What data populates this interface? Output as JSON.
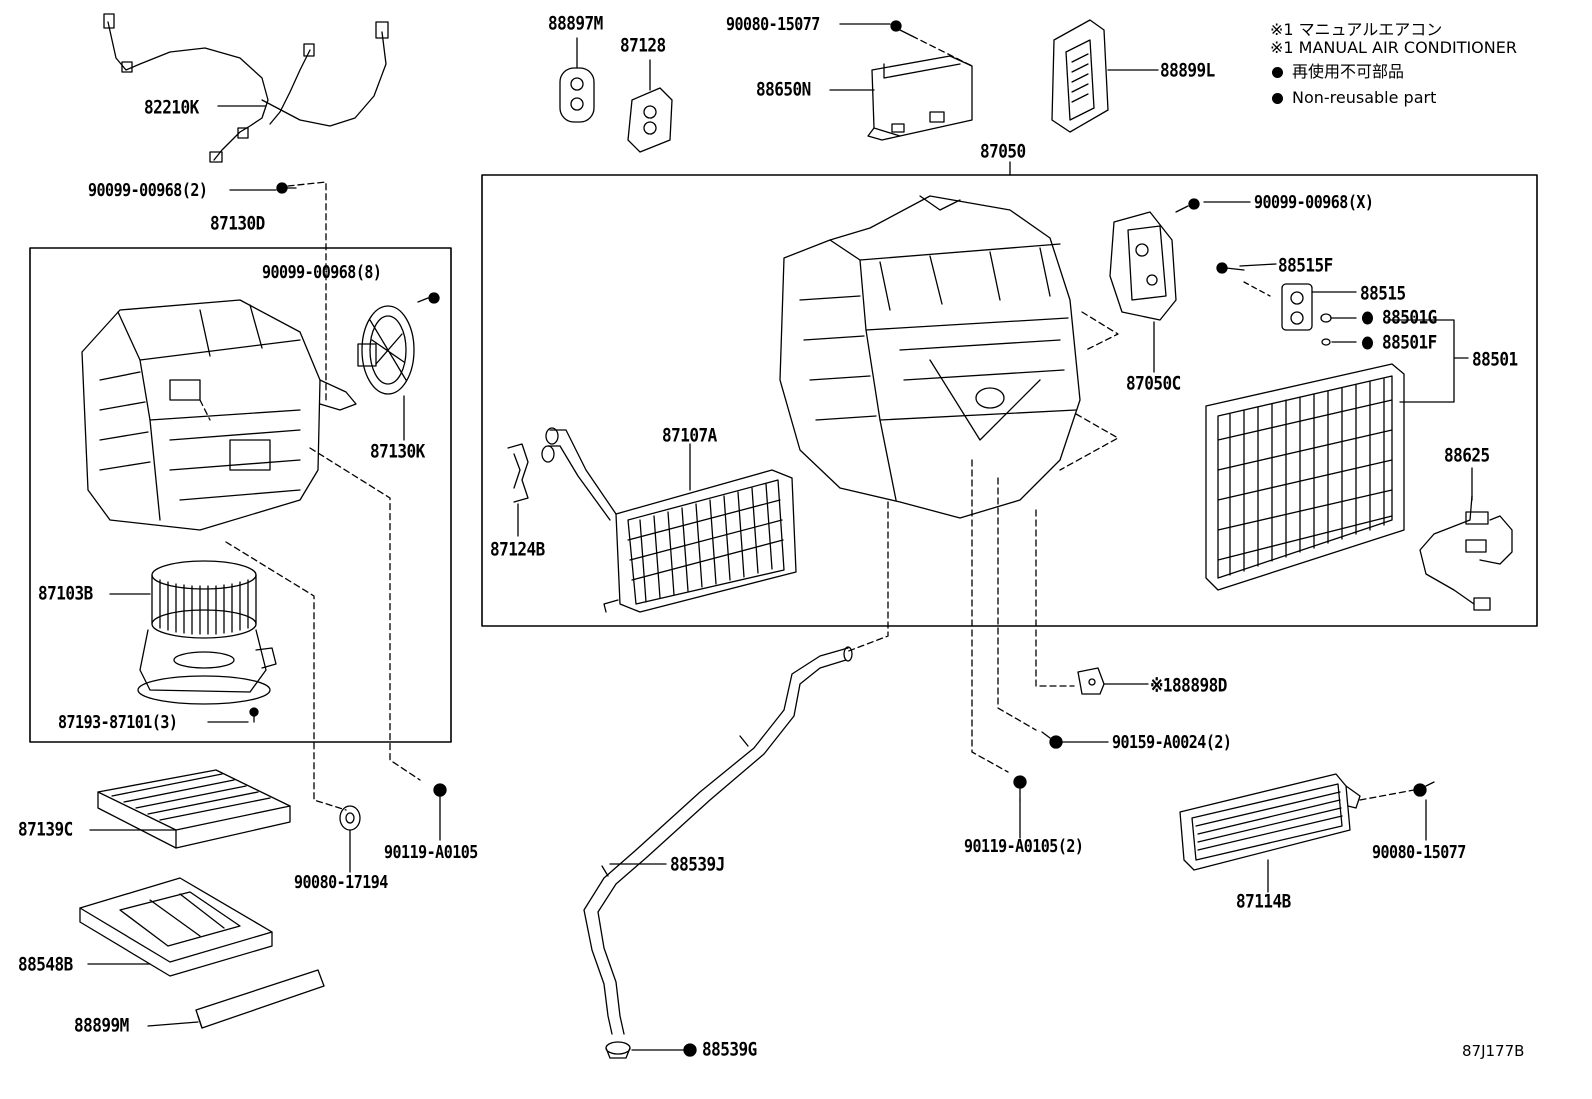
{
  "diagram": {
    "ref_code": "87J177B",
    "legend": {
      "note_jp": "※1 マニュアルエアコン",
      "note_en": "※1 MANUAL AIR CONDITIONER",
      "nonreusable_jp": "再使用不可部品",
      "nonreusable_en": "Non-reusable part"
    },
    "parts": {
      "p82210K": "82210K",
      "p90099_00968_2": "90099-00968(2)",
      "p87130D": "87130D",
      "p90099_00968_8": "90099-00968(8)",
      "p87130K": "87130K",
      "p87103B": "87103B",
      "p87193_87101_3": "87193-87101(3)",
      "p87139C": "87139C",
      "p90080_17194": "90080-17194",
      "p90119_A0105": "90119-A0105",
      "p88548B": "88548B",
      "p88899M": "88899M",
      "p88897M": "88897M",
      "p87128": "87128",
      "p90080_15077_top": "90080-15077",
      "p88650N": "88650N",
      "p88899L": "88899L",
      "p87050": "87050",
      "p90099_00968_X": "90099-00968(X)",
      "p88515F": "88515F",
      "p88515": "88515",
      "p88501G": "88501G",
      "p88501F": "88501F",
      "p88501": "88501",
      "p87050C": "87050C",
      "p87107A": "87107A",
      "p87124B": "87124B",
      "p88625": "88625",
      "p88898D": "88898D",
      "p88898D_mark": "※1",
      "p90159_A0024_2": "90159-A0024(2)",
      "p90119_A0105_2": "90119-A0105(2)",
      "p88539J": "88539J",
      "p88539G": "88539G",
      "p87114B": "87114B",
      "p90080_15077_bot": "90080-15077"
    }
  }
}
